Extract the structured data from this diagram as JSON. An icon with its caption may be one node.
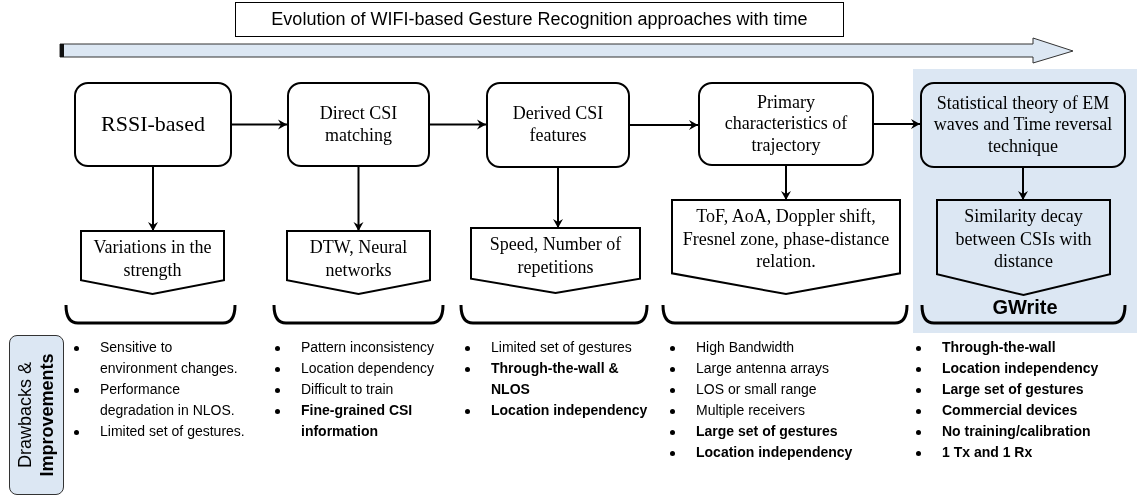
{
  "diagram": {
    "title": "Evolution of WIFI-based Gesture Recognition approaches with time",
    "nodes": [
      {
        "text": [
          "RSSI-based"
        ]
      },
      {
        "text": [
          "Variations in the strength"
        ]
      },
      {
        "text": [
          "Direct CSI matching"
        ]
      },
      {
        "text": [
          "DTW, Neural networks"
        ]
      },
      {
        "text": [
          "Derived CSI features"
        ]
      },
      {
        "text": [
          "Speed, Number of repetitions"
        ]
      },
      {
        "text": [
          "Primary characteristics of trajectory"
        ]
      },
      {
        "text": [
          "ToF, AoA, Doppler shift, Fresnel zone, phase-distance relation."
        ]
      },
      {
        "text": [
          "GWrite"
        ]
      },
      {
        "text": [
          "Statistical theory of EM waves and Time reversal technique"
        ],
        "in": 8
      },
      {
        "text": [
          "Similarity decay between CSIs with distance"
        ],
        "in": 8
      },
      {
        "text": [
          "Drawbacks & **Improvements**"
        ]
      }
    ],
    "edges": [
      {
        "from": 0,
        "to": 2,
        "arrow": "to"
      },
      {
        "from": 2,
        "to": 4,
        "arrow": "to"
      },
      {
        "from": 4,
        "to": 6,
        "arrow": "to"
      },
      {
        "from": 6,
        "to": 9,
        "arrow": "to"
      },
      {
        "from": 0,
        "to": 1,
        "arrow": "to"
      },
      {
        "from": 2,
        "to": 3,
        "arrow": "to"
      },
      {
        "from": 4,
        "to": 5,
        "arrow": "to"
      },
      {
        "from": 6,
        "to": 7,
        "arrow": "to"
      },
      {
        "from": 9,
        "to": 10,
        "arrow": "to"
      }
    ],
    "labels": [
      "Sensitive to environment changes.",
      "Performance degradation in NLOS.",
      "Limited set of gestures.",
      "Pattern inconsistency",
      "Location dependency",
      "Difficult to train",
      "**Fine-grained CSI information**",
      "Limited set of gestures",
      "**Through-the-wall & NLOS**",
      "**Location independency**",
      "High Bandwidth",
      "Large antenna arrays",
      "LOS or small range",
      "Multiple receivers",
      "**Large set of gestures**",
      "**Location independency**",
      "**Through-the-wall**",
      "**Location independency**",
      "**Large set of gestures**",
      "**Commercial devices**",
      "**No training/calibration**",
      "**1 Tx and 1 Rx**"
    ]
  }
}
